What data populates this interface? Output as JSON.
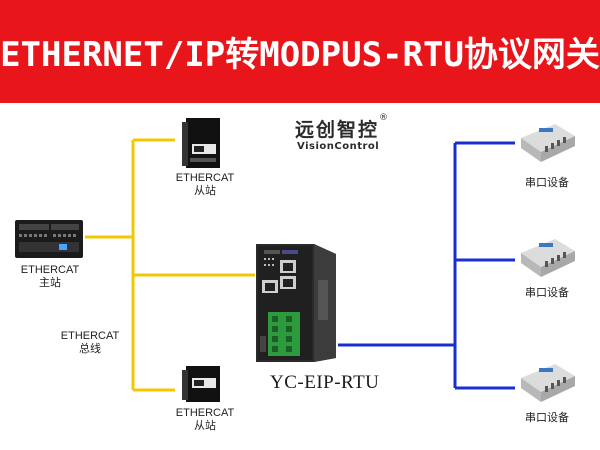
{
  "banner": {
    "title": "ETHERNET/IP转MODPUS-RTU协议网关",
    "color": "#e8151b"
  },
  "logo": {
    "cn": "远创智控",
    "reg": "®",
    "en": "VisionControl"
  },
  "devices": {
    "slave_top": {
      "line1": "ETHERCAT",
      "line2": "从站"
    },
    "master": {
      "line1": "ETHERCAT",
      "line2": "主站"
    },
    "bus": {
      "line1": "ETHERCAT",
      "line2": "总线"
    },
    "slave_bottom": {
      "line1": "ETHERCAT",
      "line2": "从站"
    },
    "gateway_model": "YC-EIP-RTU",
    "serial_1": "串口设备",
    "serial_2": "串口设备",
    "serial_3": "串口设备"
  },
  "colors": {
    "ethercat_line": "#f4c800",
    "serial_line": "#1a2fd0"
  }
}
